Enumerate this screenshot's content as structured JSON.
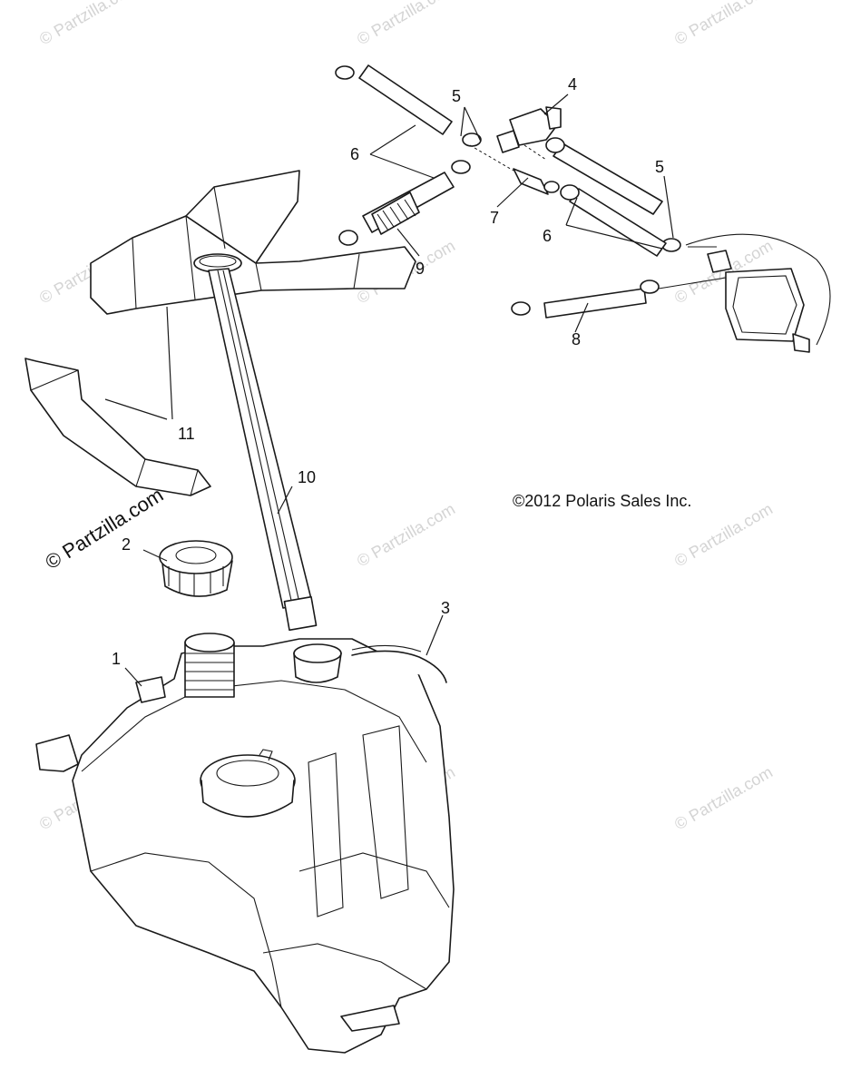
{
  "copyright": "©2012 Polaris Sales Inc.",
  "watermark": "© Partzilla.com",
  "callouts": {
    "c1": "1",
    "c2": "2",
    "c3": "3",
    "c4": "4",
    "c5a": "5",
    "c5b": "5",
    "c6a": "6",
    "c6b": "6",
    "c7": "7",
    "c8": "8",
    "c9": "9",
    "c10": "10",
    "c11": "11"
  }
}
